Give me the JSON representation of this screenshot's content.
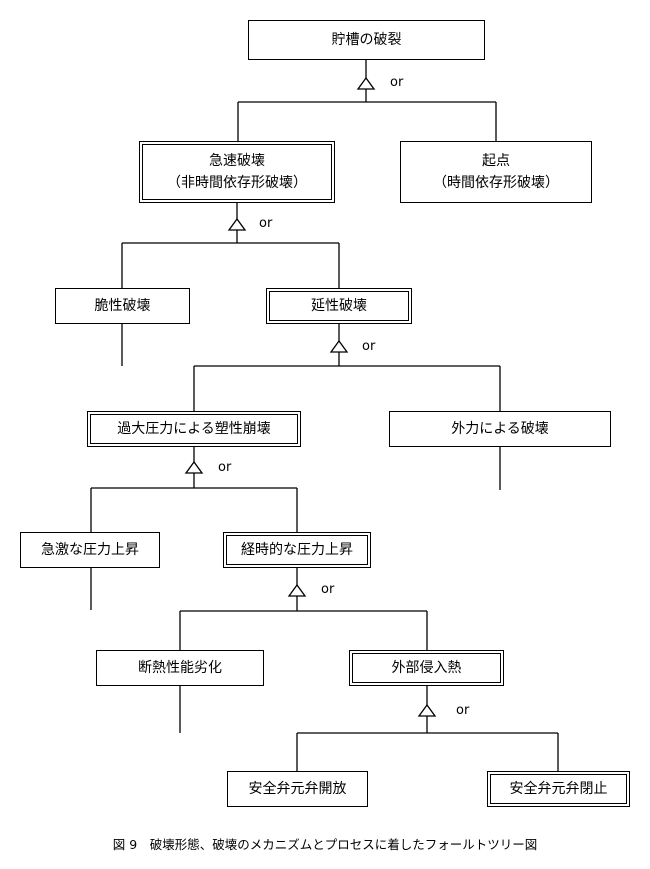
{
  "nodes": {
    "top": "貯槽の破裂",
    "rapid_line1": "急速破壊",
    "rapid_line2": "（非時間依存形破壊）",
    "origin_line1": "起点",
    "origin_line2": "（時間依存形破壊）",
    "brittle": "脆性破壊",
    "ductile": "延性破壊",
    "plastic_collapse": "過大圧力による塑性崩壊",
    "external_force": "外力による破壊",
    "sudden_rise": "急激な圧力上昇",
    "gradual_rise": "経時的な圧力上昇",
    "insulation": "断熱性能劣化",
    "external_heat": "外部侵入熱",
    "valve_open": "安全弁元弁開放",
    "valve_closed": "安全弁元弁閉止"
  },
  "gate_label": "or",
  "caption": "図 9　破壊形態、破壊のメカニズムとプロセスに着したフォールトツリー図"
}
